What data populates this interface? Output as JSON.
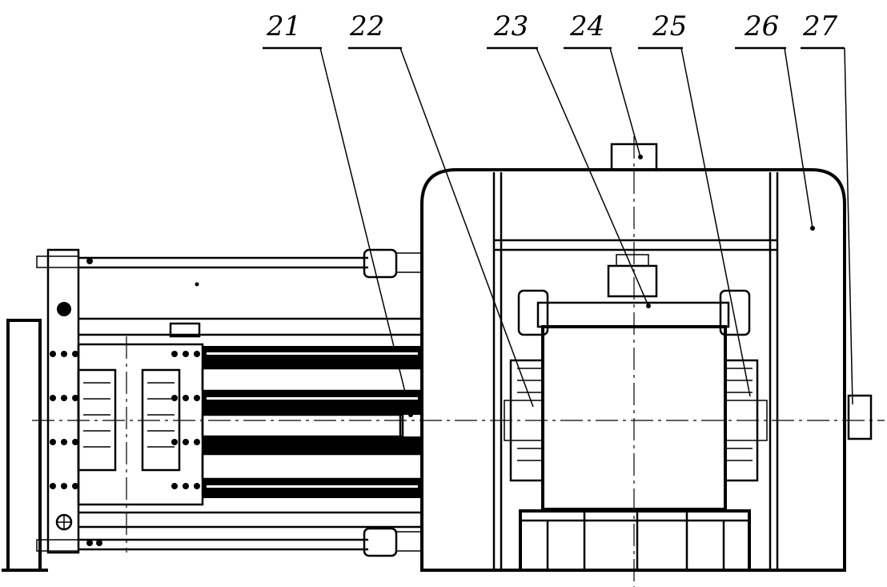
{
  "callouts": [
    {
      "id": "21",
      "text": "21"
    },
    {
      "id": "22",
      "text": "22"
    },
    {
      "id": "23",
      "text": "23"
    },
    {
      "id": "24",
      "text": "24"
    },
    {
      "id": "25",
      "text": "25"
    },
    {
      "id": "26",
      "text": "26"
    },
    {
      "id": "27",
      "text": "27"
    }
  ]
}
